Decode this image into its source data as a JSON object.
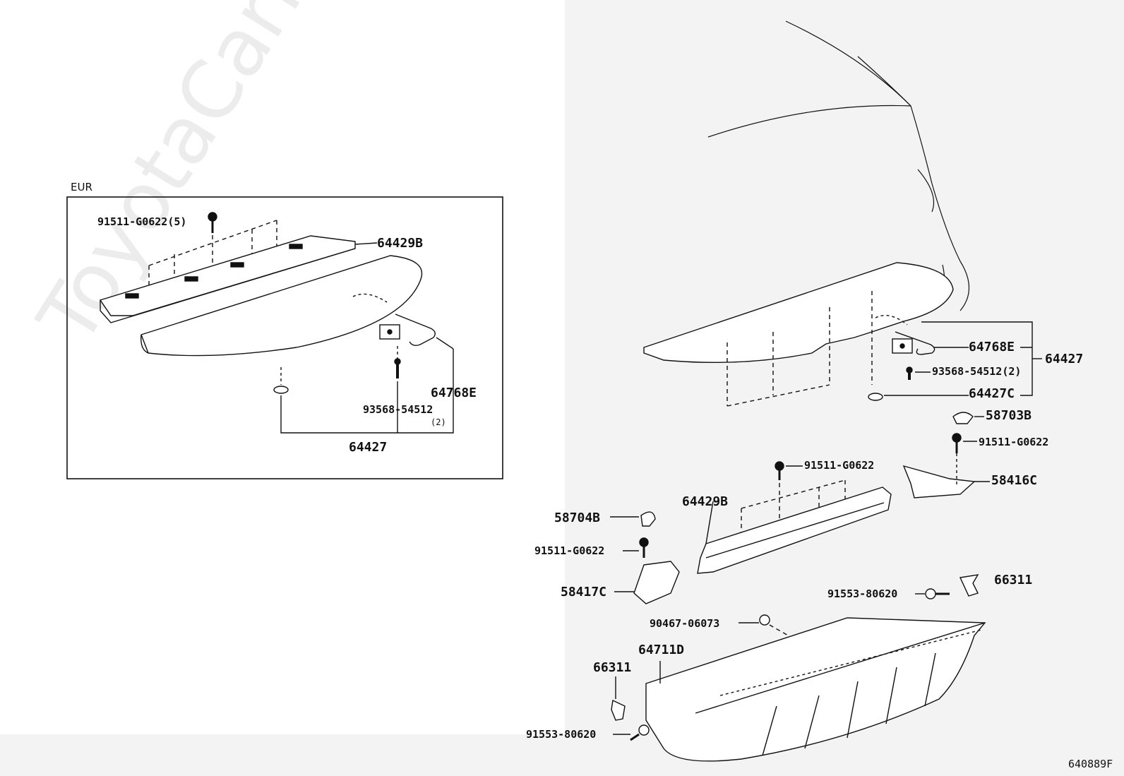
{
  "watermark": "ToyotaCarline.ru",
  "eur_box": {
    "region_label": "EUR",
    "labels": {
      "bolt_a": "91511-G0622(5)",
      "support": "64429B",
      "hook": "64768E",
      "screw": "93568-54512",
      "screw_qty": "(2)",
      "assembly": "64427"
    }
  },
  "main": {
    "labels": {
      "hook": "64768E",
      "assembly": "64427",
      "screw": "93568-54512(2)",
      "clip": "64427C",
      "cap_b": "58703B",
      "bolt_upper": "91511-G0622",
      "bolt_mid": "91511-G0622",
      "support": "64429B",
      "bracket_r": "58416C",
      "cap_l": "58704B",
      "bolt_left": "91511-G0622",
      "bracket_l": "58417C",
      "clip_r": "66311",
      "bolt_r": "91553-80620",
      "grommet": "90467-06073",
      "panel": "64711D",
      "clip_l": "66311",
      "bolt_l": "91553-80620"
    }
  },
  "figure_code": "640889F"
}
